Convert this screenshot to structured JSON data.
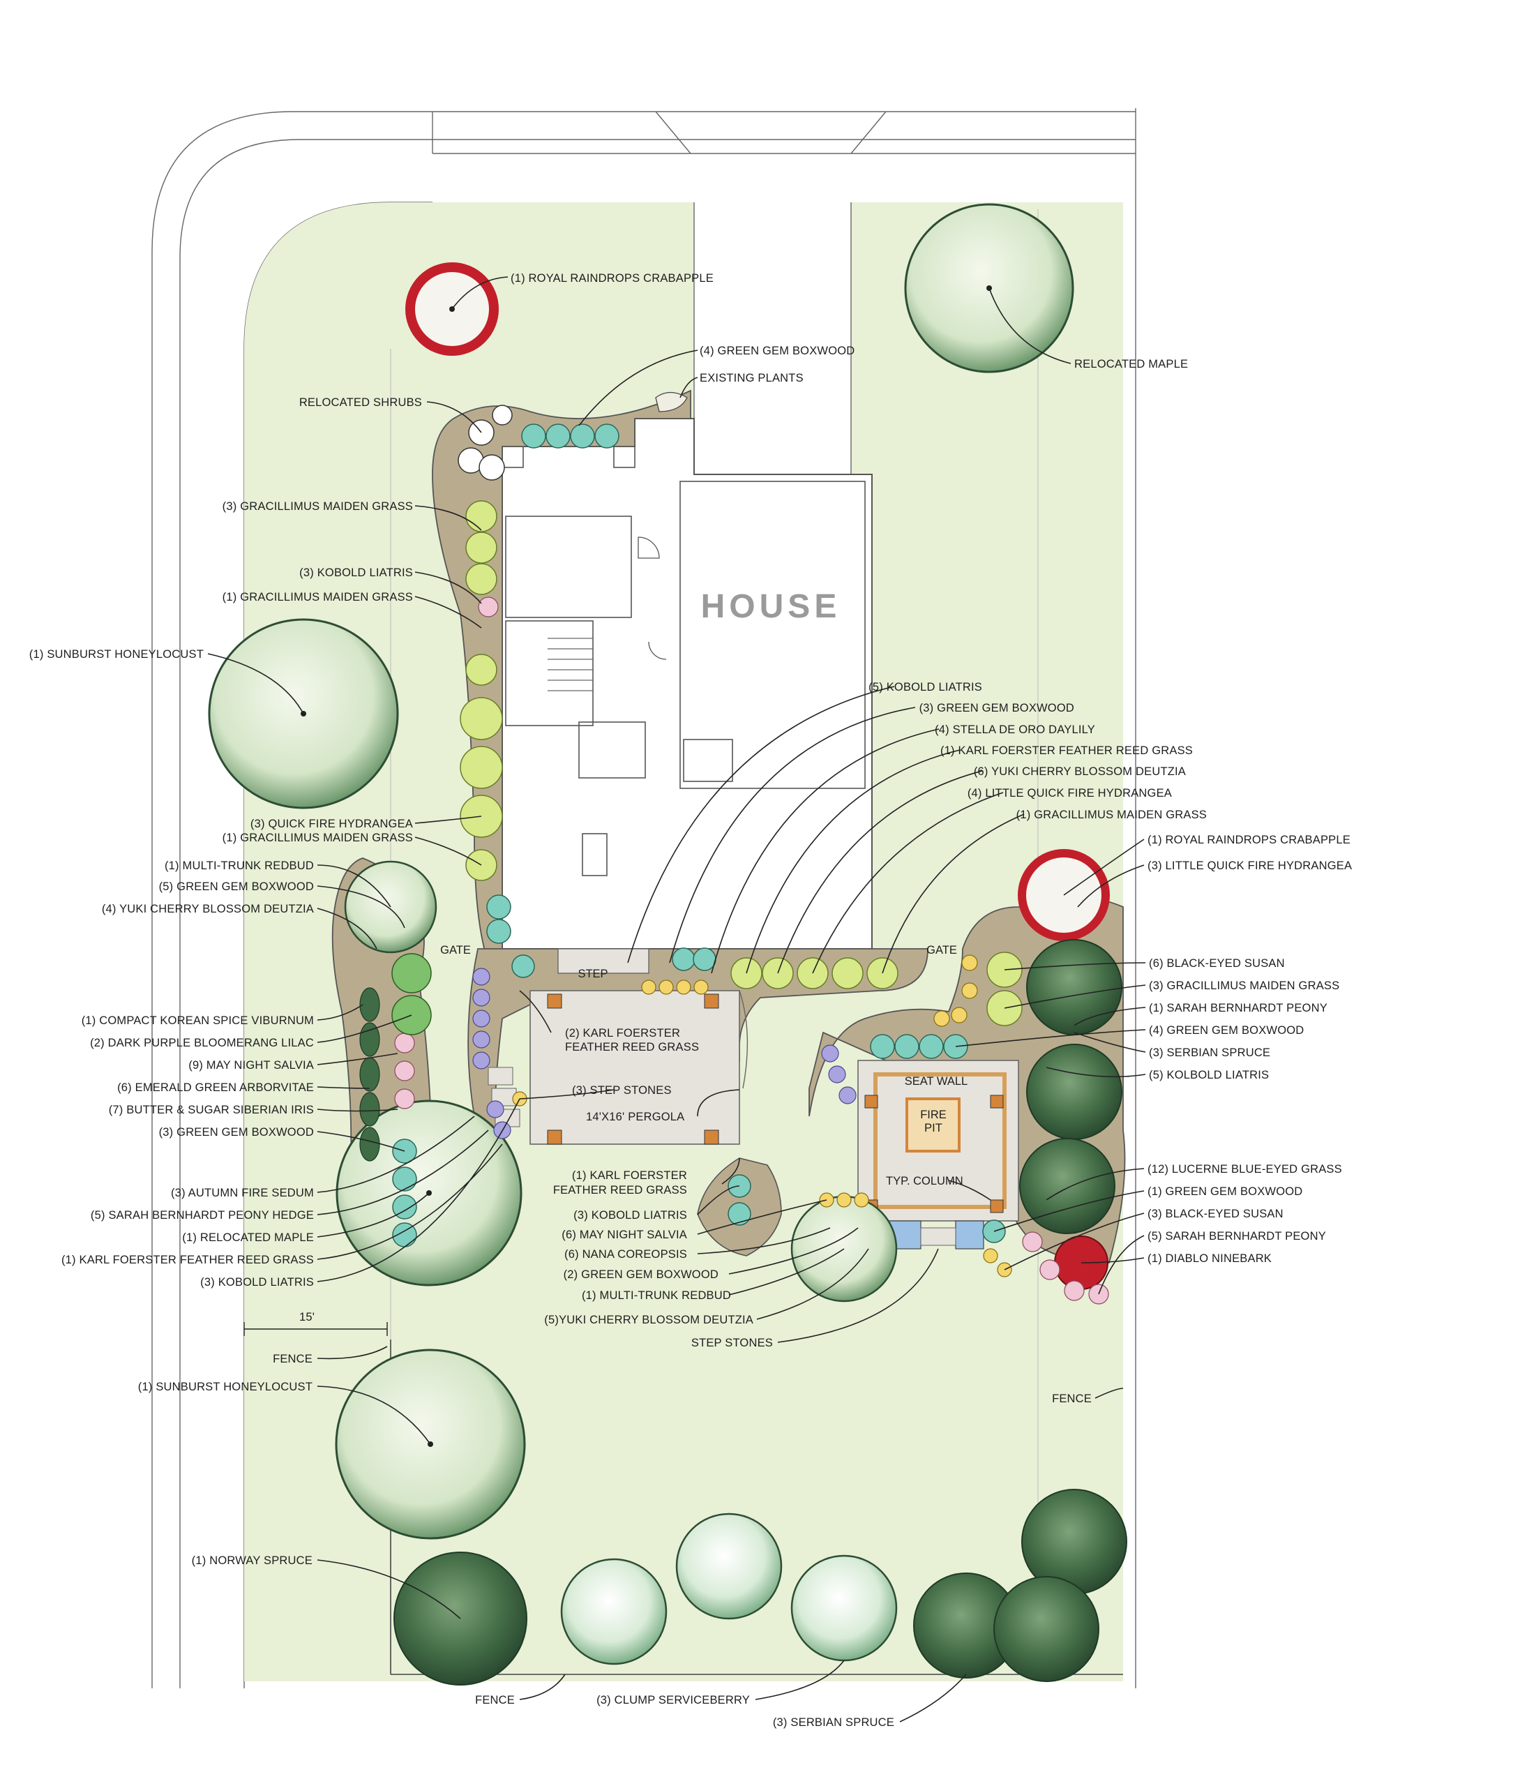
{
  "house_label": "HOUSE",
  "labels": {
    "royal_raindrops_top": "(1) ROYAL RAINDROPS CRABAPPLE",
    "green_gem_4_top": "(4) GREEN GEM BOXWOOD",
    "existing_plants": "EXISTING PLANTS",
    "relocated_maple_top": "RELOCATED MAPLE",
    "relocated_shrubs": "RELOCATED SHRUBS",
    "gracillimus_3_top": "(3) GRACILLIMUS MAIDEN GRASS",
    "kobold_3_top": "(3) KOBOLD LIATRIS",
    "gracillimus_1_top": "(1) GRACILLIMUS MAIDEN GRASS",
    "sunburst_top": "(1) SUNBURST HONEYLOCUST",
    "kobold_5": "(5) KOBOLD LIATRIS",
    "green_gem_3_mid": "(3) GREEN GEM BOXWOOD",
    "stella": "(4) STELLA DE ORO DAYLILY",
    "karl_1_mid": "(1) KARL FOERSTER FEATHER REED GRASS",
    "yuki_6": "(6) YUKI CHERRY BLOSSOM DEUTZIA",
    "little_quick_4": "(4) LITTLE QUICK FIRE HYDRANGEA",
    "gracillimus_1_mid": "(1) GRACILLIMUS MAIDEN GRASS",
    "quick_fire_3": "(3) QUICK FIRE HYDRANGEA",
    "gracillimus_1_left": "(1) GRACILLIMUS MAIDEN GRASS",
    "royal_raindrops_right": "(1) ROYAL RAINDROPS CRABAPPLE",
    "little_quick_3": "(3) LITTLE QUICK FIRE HYDRANGEA",
    "multi_redbud_left": "(1) MULTI-TRUNK REDBUD",
    "green_gem_5": "(5) GREEN GEM BOXWOOD",
    "yuki_4": "(4) YUKI CHERRY BLOSSOM DEUTZIA",
    "gate_left": "GATE",
    "step": "STEP",
    "gate_right": "GATE",
    "black_eyed_6": "(6) BLACK-EYED SUSAN",
    "gracillimus_3_right": "(3) GRACILLIMUS MAIDEN GRASS",
    "sarah_1": "(1) SARAH BERNHARDT PEONY",
    "green_gem_4_right": "(4) GREEN GEM BOXWOOD",
    "serbian_3_right": "(3) SERBIAN SPRUCE",
    "kolbold_5": "(5) KOLBOLD LIATRIS",
    "compact_korean": "(1) COMPACT KOREAN SPICE VIBURNUM",
    "dark_purple_lilac": "(2) DARK PURPLE BLOOMERANG LILAC",
    "may_night_9": "(9) MAY NIGHT SALVIA",
    "emerald_green": "(6) EMERALD GREEN ARBORVITAE",
    "butter_sugar": "(7) BUTTER & SUGAR SIBERIAN IRIS",
    "green_gem_3_left": "(3) GREEN GEM BOXWOOD",
    "karl_2_line1": "(2) KARL FOERSTER",
    "karl_2_line2": "FEATHER REED GRASS",
    "step_stones_3": "(3) STEP STONES",
    "pergola": "14'X16' PERGOLA",
    "seat_wall": "SEAT WALL",
    "fire_pit_1": "FIRE",
    "fire_pit_2": "PIT",
    "typ_column": "TYP. COLUMN",
    "lucerne": "(12) LUCERNE BLUE-EYED GRASS",
    "green_gem_1_right": "(1) GREEN GEM BOXWOOD",
    "black_eyed_3": "(3) BLACK-EYED SUSAN",
    "sarah_5_right": "(5) SARAH BERNHARDT PEONY",
    "diablo": "(1) DIABLO NINEBARK",
    "autumn_fire": "(3) AUTUMN FIRE SEDUM",
    "sarah_hedge": "(5) SARAH BERNHARDT PEONY HEDGE",
    "relocated_maple_left": "(1) RELOCATED MAPLE",
    "karl_1_left": "(1) KARL FOERSTER FEATHER REED GRASS",
    "kobold_3_left": "(3) KOBOLD LIATRIS",
    "karl_1_center_line1": "(1) KARL FOERSTER",
    "karl_1_center_line2": "FEATHER REED GRASS",
    "kobold_3_center": "(3) KOBOLD LIATRIS",
    "may_night_6": "(6) MAY NIGHT SALVIA",
    "nana_coreopsis": "(6) NANA COREOPSIS",
    "green_gem_2": "(2) GREEN GEM BOXWOOD",
    "multi_redbud_center": "(1) MULTI-TRUNK REDBUD",
    "yuki_5": "(5)YUKI CHERRY BLOSSOM DEUTZIA",
    "step_stones": "STEP STONES",
    "dimension_15": "15'",
    "fence_left": "FENCE",
    "sunburst_bottom": "(1) SUNBURST HONEYLOCUST",
    "fence_right": "FENCE",
    "norway_spruce": "(1) NORWAY SPRUCE",
    "fence_bottom": "FENCE",
    "clump_serviceberry": "(3) CLUMP SERVICEBERRY",
    "serbian_3_bottom": "(3) SERBIAN SPRUCE"
  },
  "colors": {
    "lawn": "#e8f0d6",
    "bed": "#b9ac8e",
    "tree_canopy": "#cfe2c4",
    "evergreen": "#3f6b45",
    "crabapple": "#c21f2a",
    "boxwood": "#7fcfc0",
    "hydrangea": "#d8e98a",
    "paving": "#e6e3dd",
    "column": "#d4853a"
  }
}
